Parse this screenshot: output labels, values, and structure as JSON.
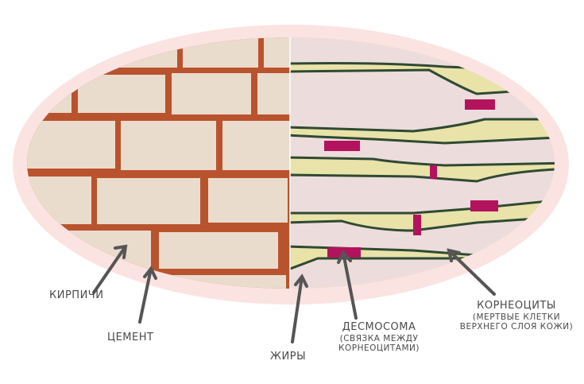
{
  "labels": {
    "bricks": "кирпичи",
    "cement": "цемент",
    "lipids": "жиры",
    "desmosome": "десмосома",
    "desmosome_note": "(связка между корнеоцитами)",
    "corneocytes": "корнеоциты",
    "corneocytes_note": "(мертвые клетки верхнего слоя кожи)"
  },
  "colors": {
    "halo": "#fbe3e1",
    "brick": "#eadccd",
    "mortar": "#b9532e",
    "cell": "#eddcdc",
    "lipid": "#e9e3a9",
    "membrane": "#2f4a33",
    "desmosome": "#b3135c",
    "arrow": "#555555"
  }
}
